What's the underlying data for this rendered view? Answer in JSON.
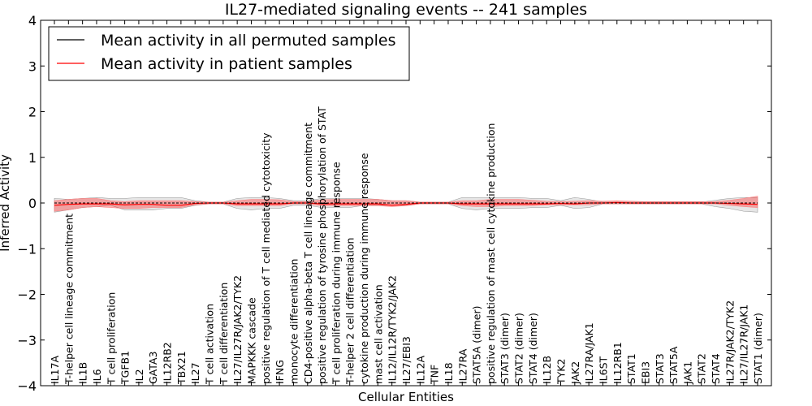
{
  "chart_data": {
    "type": "area",
    "title": "IL27-mediated signaling events -- 241 samples",
    "xlabel": "Cellular Entities",
    "ylabel": "Inferred Activity",
    "ylim": [
      -4,
      4
    ],
    "yticks": [
      "4",
      "3",
      "2",
      "1",
      "0",
      "−1",
      "−2",
      "−3",
      "−4"
    ],
    "grid": false,
    "legend_position": "top-left",
    "categories": [
      "IL17A",
      "T-helper cell lineage commitment",
      "IL1B",
      "IL6",
      "T cell proliferation",
      "TGFB1",
      "IL2",
      "GATA3",
      "IL12RB2",
      "TBX21",
      "IL27",
      "T cell activation",
      "T cell differentiation",
      "IL27/IL27R/JAK2/TYK2",
      "MAPKKK cascade",
      "positive regulation of T cell mediated cytotoxicity",
      "IFNG",
      "monocyte differentiation",
      "CD4-positive alpha-beta T cell lineage commitment",
      "positive regulation of tyrosine phosphorylation of STAT",
      "T cell proliferation during immune response",
      "T-helper 2 cell differentiation",
      "cytokine production during immune response",
      "mast cell activation",
      "IL12/IL12R/TYK2/JAK2",
      "IL27/EBI3",
      "IL12A",
      "TNF",
      "IL18",
      "IL27RA",
      "STAT5A (dimer)",
      "positive regulation of mast cell cytokine production",
      "STAT3 (dimer)",
      "STAT2 (dimer)",
      "STAT4 (dimer)",
      "IL12B",
      "TYK2",
      "JAK2",
      "IL27RA/JAK1",
      "IL6ST",
      "IL12RB1",
      "STAT1",
      "EBI3",
      "STAT3",
      "STAT5A",
      "JAK1",
      "STAT2",
      "STAT4",
      "IL27R/JAK2/TYK2",
      "IL27/IL27R/JAK1",
      "STAT1 (dimer)"
    ],
    "series": [
      {
        "name": "Mean activity in all permuted samples",
        "color": "#000000",
        "values": [
          0,
          0,
          0,
          0,
          0,
          0,
          0,
          0,
          0,
          0,
          0,
          0,
          0,
          0,
          0,
          0,
          0,
          0,
          0,
          0,
          0,
          0,
          0,
          0,
          0,
          0,
          0,
          0,
          0,
          0,
          0,
          0,
          0,
          0,
          0,
          0,
          0,
          0,
          0,
          0,
          0,
          0,
          0,
          0,
          0,
          0,
          0,
          0,
          0,
          0,
          0
        ],
        "band_low": [
          -0.2,
          -0.15,
          -0.1,
          -0.08,
          -0.05,
          -0.15,
          -0.15,
          -0.15,
          -0.12,
          -0.12,
          -0.05,
          -0.02,
          -0.02,
          -0.12,
          -0.15,
          -0.12,
          -0.12,
          -0.05,
          -0.05,
          -0.1,
          -0.1,
          -0.1,
          -0.05,
          -0.05,
          -0.05,
          -0.05,
          -0.02,
          -0.02,
          -0.02,
          -0.12,
          -0.15,
          -0.12,
          -0.12,
          -0.12,
          -0.1,
          -0.1,
          -0.05,
          -0.12,
          -0.1,
          -0.02,
          -0.02,
          -0.02,
          -0.02,
          -0.02,
          -0.02,
          -0.02,
          -0.02,
          -0.08,
          -0.12,
          -0.18,
          -0.2
        ],
        "band_high": [
          0.1,
          0.08,
          0.1,
          0.12,
          0.1,
          0.1,
          0.12,
          0.12,
          0.12,
          0.12,
          0.05,
          0.02,
          0.02,
          0.1,
          0.12,
          0.12,
          0.1,
          0.05,
          0.05,
          0.1,
          0.1,
          0.1,
          0.1,
          0.08,
          0.05,
          0.05,
          0.02,
          0.02,
          0.02,
          0.12,
          0.12,
          0.12,
          0.12,
          0.12,
          0.1,
          0.1,
          0.05,
          0.12,
          0.08,
          0.02,
          0.02,
          0.02,
          0.02,
          0.02,
          0.02,
          0.02,
          0.02,
          0.06,
          0.1,
          0.12,
          0.12
        ]
      },
      {
        "name": "Mean activity in patient samples",
        "color": "#ff0000",
        "values": [
          -0.05,
          -0.03,
          -0.02,
          -0.02,
          -0.02,
          -0.04,
          -0.03,
          -0.03,
          -0.05,
          -0.05,
          -0.01,
          0,
          0,
          -0.02,
          -0.02,
          -0.02,
          -0.02,
          0,
          0,
          -0.02,
          -0.02,
          -0.02,
          -0.02,
          -0.02,
          -0.05,
          -0.03,
          0,
          0,
          0,
          -0.02,
          -0.02,
          -0.02,
          -0.02,
          -0.02,
          -0.02,
          -0.02,
          -0.01,
          -0.02,
          0,
          0,
          0.01,
          0,
          0,
          0,
          0,
          0,
          0,
          0,
          -0.01,
          -0.02,
          -0.03
        ],
        "band_low": [
          -0.18,
          -0.15,
          -0.1,
          -0.08,
          -0.1,
          -0.12,
          -0.12,
          -0.1,
          -0.1,
          -0.1,
          -0.04,
          -0.02,
          -0.02,
          -0.06,
          -0.06,
          -0.06,
          -0.06,
          -0.02,
          -0.02,
          -0.06,
          -0.06,
          -0.06,
          -0.06,
          -0.06,
          -0.08,
          -0.06,
          -0.02,
          -0.02,
          -0.02,
          -0.06,
          -0.08,
          -0.08,
          -0.06,
          -0.06,
          -0.06,
          -0.04,
          -0.04,
          -0.04,
          -0.04,
          -0.02,
          -0.02,
          -0.02,
          -0.02,
          -0.02,
          -0.02,
          -0.02,
          -0.02,
          -0.02,
          -0.05,
          -0.08,
          -0.1
        ],
        "band_high": [
          0.05,
          0.08,
          0.1,
          0.1,
          0.05,
          0.03,
          0.05,
          0.05,
          0.05,
          0.05,
          0.03,
          0.02,
          0.02,
          0.05,
          0.08,
          0.08,
          0.07,
          0.03,
          0.03,
          0.07,
          0.08,
          0.08,
          0.08,
          0.08,
          0.05,
          0.05,
          0.02,
          0.02,
          0.02,
          0.05,
          0.05,
          0.08,
          0.08,
          0.08,
          0.06,
          0.04,
          0.03,
          0.04,
          0.05,
          0.04,
          0.05,
          0.04,
          0.03,
          0.03,
          0.03,
          0.03,
          0.03,
          0.03,
          0.06,
          0.1,
          0.15
        ]
      }
    ]
  }
}
